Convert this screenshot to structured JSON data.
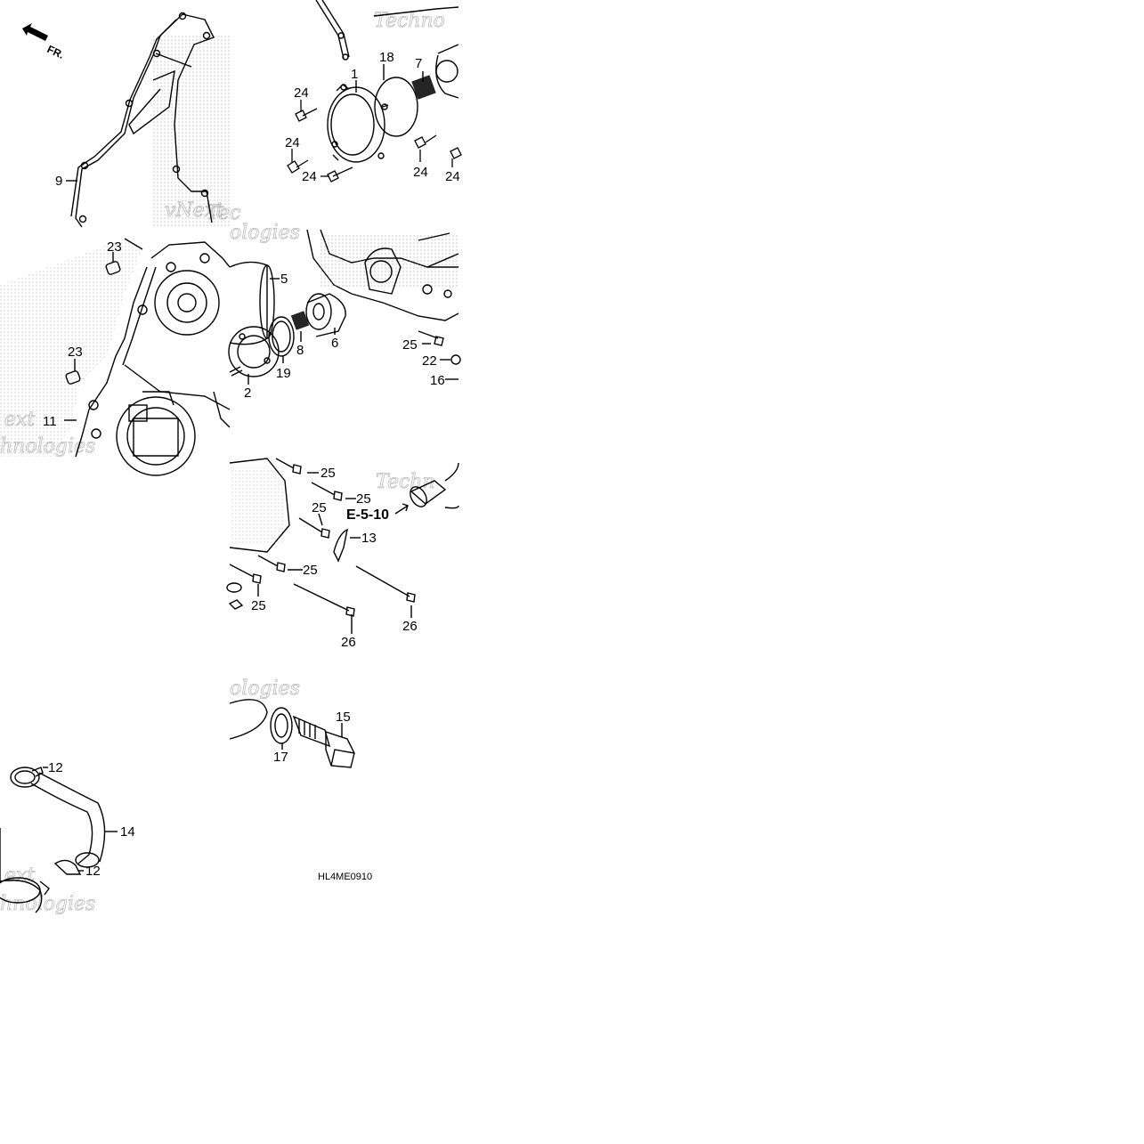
{
  "orientation": {
    "arrow_label": "FR."
  },
  "parts": {
    "p1": "1",
    "p2": "2",
    "p5": "5",
    "p6": "6",
    "p7": "7",
    "p8": "8",
    "p9": "9",
    "p11": "11",
    "p12": "12",
    "p13": "13",
    "p14": "14",
    "p15": "15",
    "p16": "16",
    "p17": "17",
    "p18": "18",
    "p19": "19",
    "p22": "22",
    "p23": "23",
    "p24": "24",
    "p25": "25",
    "p26": "26"
  },
  "reference": "E-5-10",
  "diagram_code": "HL4ME0910",
  "watermark": {
    "w1": "Techno",
    "w2": "vNext",
    "w3": "Tec",
    "w4": "ologies",
    "w5": "ext",
    "w6": "hnologies",
    "w7": "Techn"
  },
  "colors": {
    "line": "#000000",
    "watermark": "#bdbdbd",
    "background": "#ffffff"
  }
}
